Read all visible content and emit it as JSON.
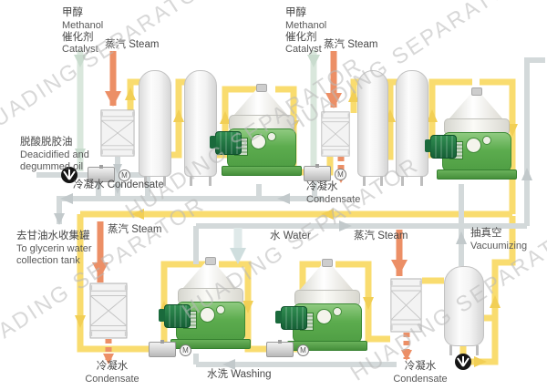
{
  "watermark": {
    "text": "HUADING SEPARATOR",
    "color": "#b9b9b9"
  },
  "colors": {
    "product_pipe": "#F9DC6F",
    "steam_pipe": "#EC8F66",
    "methanol_pipe": "#D9E7DC",
    "water_pipe": "#D3D9DA",
    "separator_body": "#5BAB4D",
    "separator_motor": "#1E7A41"
  },
  "labels": {
    "methanol": {
      "zh": "甲醇",
      "en": "Methanol"
    },
    "catalyst": {
      "zh": "催化剂",
      "en": "Catalyst"
    },
    "steam": {
      "zh_en": "蒸汽 Steam"
    },
    "oil": {
      "zh": "脱酸脱胶油",
      "en1": "Deacidified and",
      "en2": "degummed oil"
    },
    "condensate_inline": {
      "zh_en": "冷凝水 Condensate"
    },
    "condensate": {
      "zh": "冷凝水",
      "en": "Condensate"
    },
    "glycerin": {
      "zh": "去甘油水收集罐",
      "en1": "To glycerin water",
      "en2": "collection tank"
    },
    "water": {
      "zh_en": "水 Water"
    },
    "washing": {
      "zh_en": "水洗 Washing"
    },
    "vacuum": {
      "zh": "抽真空",
      "en": "Vacuumizing"
    },
    "motor": "M"
  }
}
